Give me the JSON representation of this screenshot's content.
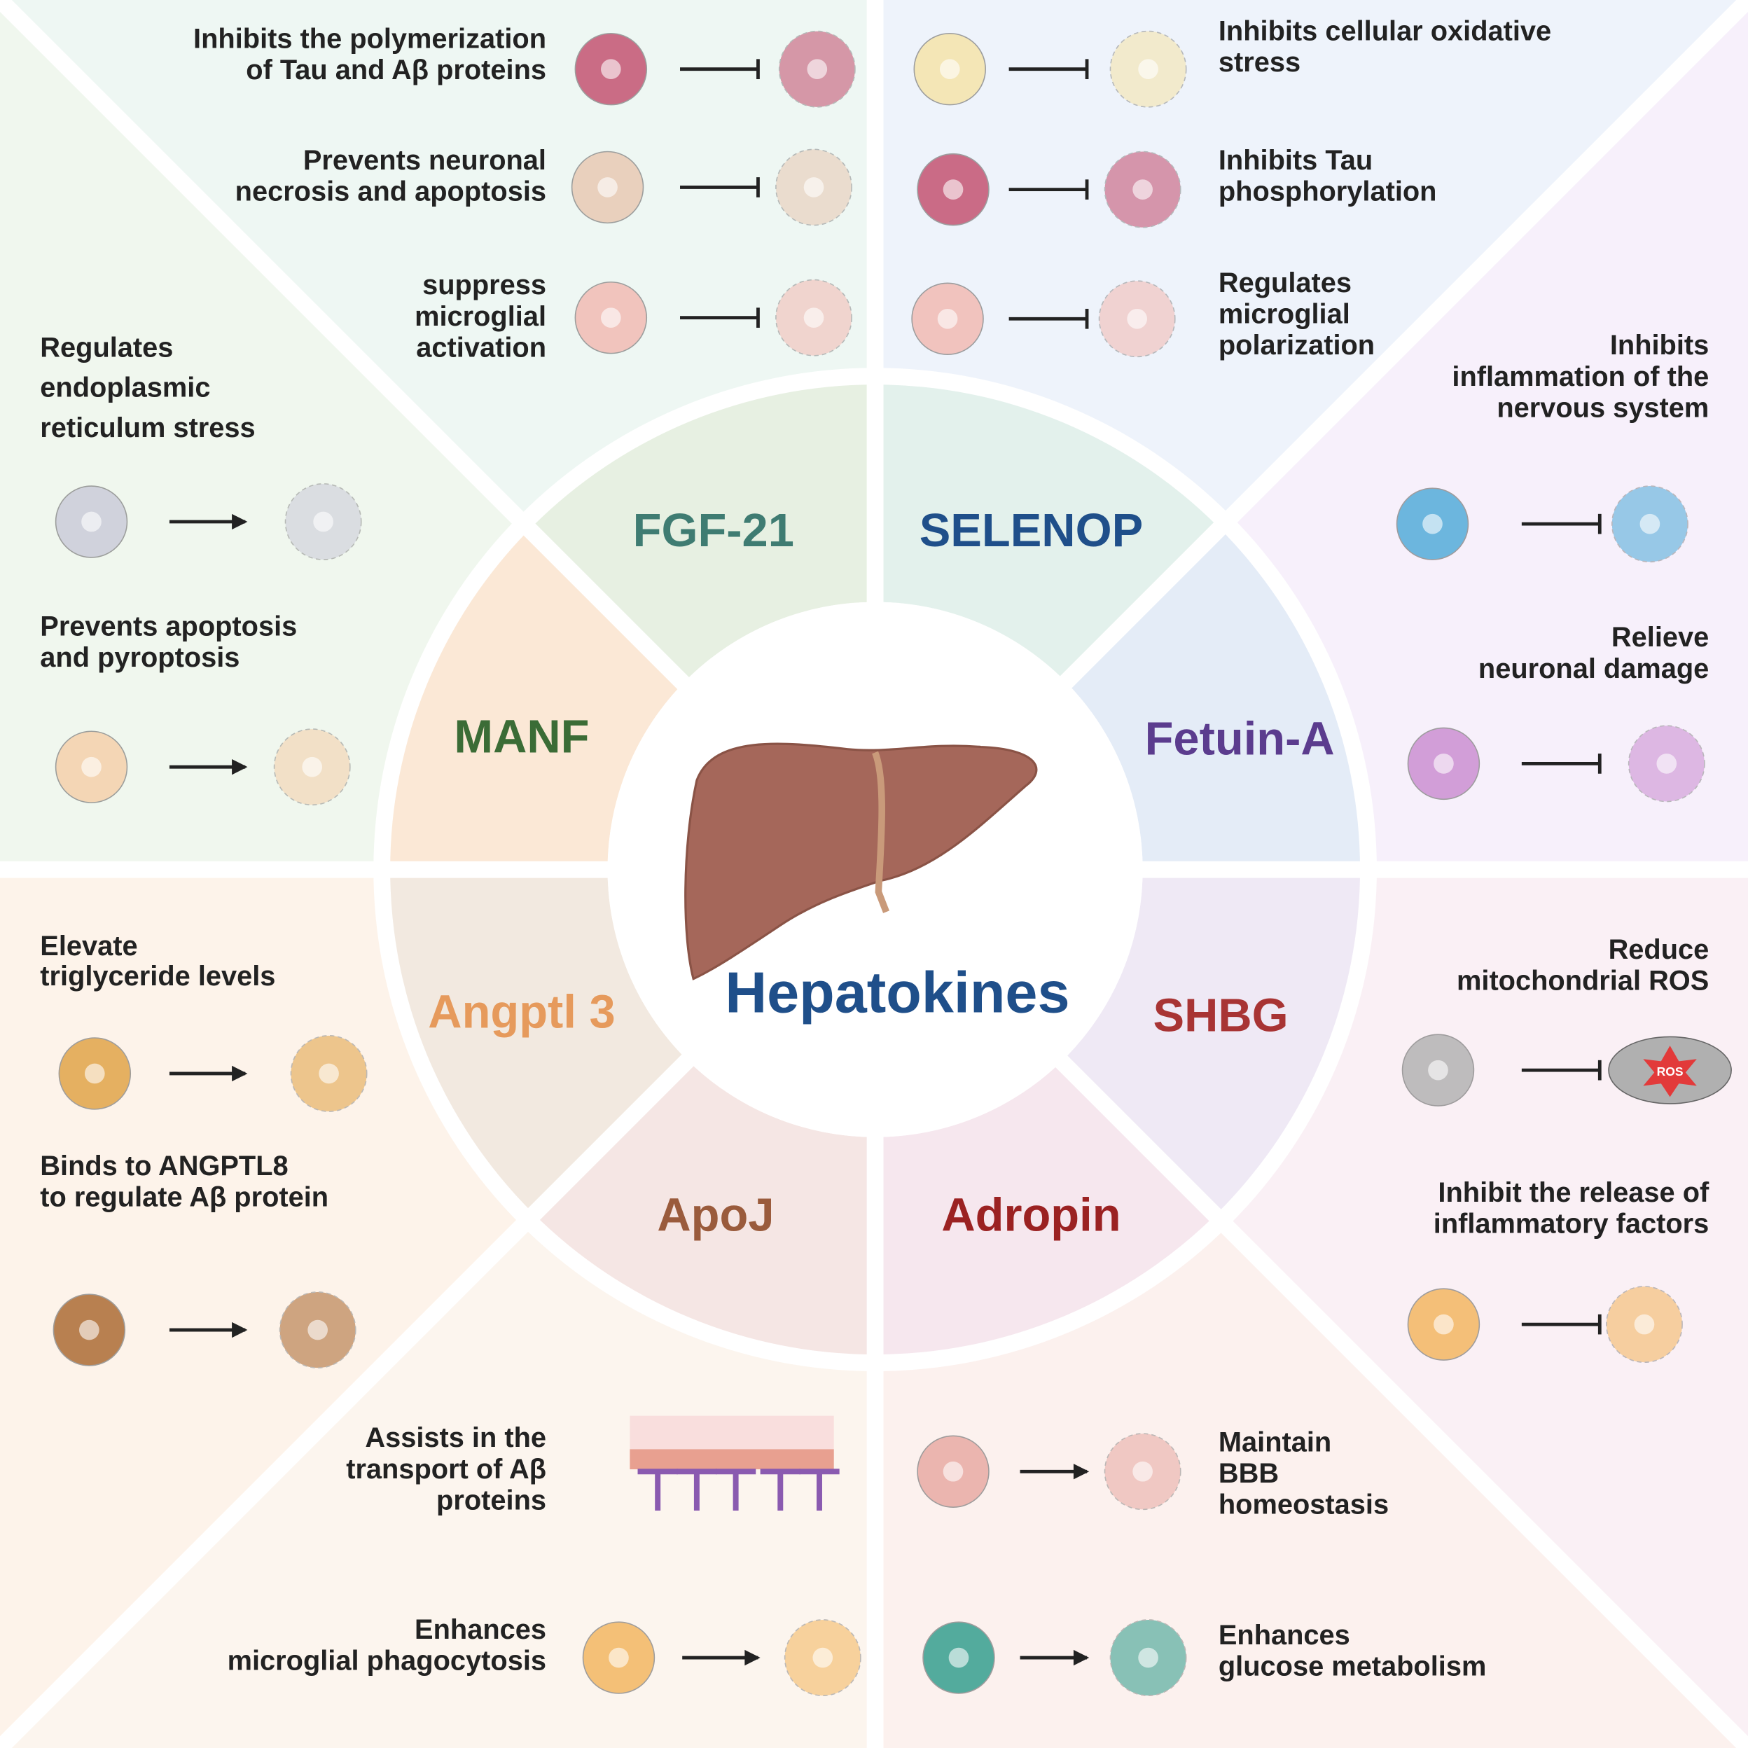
{
  "center": {
    "title": "Hepatokines",
    "title_color": "#1f4f8a"
  },
  "segments": [
    {
      "id": "fgf21",
      "label": "FGF-21",
      "color": "#3f7c72"
    },
    {
      "id": "selenop",
      "label": "SELENOP",
      "color": "#1f4f8a"
    },
    {
      "id": "fetuin-a",
      "label": "Fetuin-A",
      "color": "#5b3c8e"
    },
    {
      "id": "shbg",
      "label": "SHBG",
      "color": "#a83434"
    },
    {
      "id": "adropin",
      "label": "Adropin",
      "color": "#9b2222"
    },
    {
      "id": "apoj",
      "label": "ApoJ",
      "color": "#9a5b3c"
    },
    {
      "id": "angptl3",
      "label": "Angptl 3",
      "color": "#e69a5c"
    },
    {
      "id": "manf",
      "label": "MANF",
      "color": "#3b6c36"
    }
  ],
  "annotations": [
    {
      "segment": "fgf21",
      "lines": [
        "Inhibits the polymerization",
        "of Tau and Aβ proteins"
      ],
      "effect": "inhibit"
    },
    {
      "segment": "fgf21",
      "lines": [
        "Prevents neuronal",
        "necrosis and apoptosis"
      ],
      "effect": "inhibit"
    },
    {
      "segment": "fgf21",
      "lines": [
        "suppress",
        "microglial",
        "activation"
      ],
      "effect": "inhibit"
    },
    {
      "segment": "manf",
      "lines": [
        "Regulates",
        "endoplasmic",
        "reticulum stress"
      ],
      "effect": "promote"
    },
    {
      "segment": "manf",
      "lines": [
        "Prevents apoptosis",
        "and pyroptosis"
      ],
      "effect": "promote"
    },
    {
      "segment": "selenop",
      "lines": [
        "Inhibits cellular oxidative",
        "stress"
      ],
      "effect": "inhibit"
    },
    {
      "segment": "selenop",
      "lines": [
        "Inhibits Tau",
        "phosphorylation"
      ],
      "effect": "inhibit"
    },
    {
      "segment": "selenop",
      "lines": [
        "Regulates",
        "microglial",
        "polarization"
      ],
      "effect": "inhibit"
    },
    {
      "segment": "fetuin-a",
      "lines": [
        "Inhibits",
        "inflammation of the",
        "nervous system"
      ],
      "effect": "inhibit"
    },
    {
      "segment": "fetuin-a",
      "lines": [
        "Relieve",
        "neuronal damage"
      ],
      "effect": "inhibit"
    },
    {
      "segment": "shbg",
      "lines": [
        "Reduce",
        "mitochondrial ROS"
      ],
      "effect": "inhibit"
    },
    {
      "segment": "shbg",
      "lines": [
        "Inhibit the release of",
        "inflammatory factors"
      ],
      "effect": "inhibit"
    },
    {
      "segment": "adropin",
      "lines": [
        "Maintain",
        "BBB",
        "homeostasis"
      ],
      "effect": "promote"
    },
    {
      "segment": "adropin",
      "lines": [
        "Enhances",
        "glucose metabolism"
      ],
      "effect": "promote"
    },
    {
      "segment": "apoj",
      "lines": [
        "Assists in the",
        "transport of Aβ",
        "proteins"
      ],
      "effect": "promote"
    },
    {
      "segment": "apoj",
      "lines": [
        "Enhances",
        "microglial phagocytosis"
      ],
      "effect": "promote"
    },
    {
      "segment": "angptl3",
      "lines": [
        "Elevate",
        "triglyceride levels"
      ],
      "effect": "promote"
    },
    {
      "segment": "angptl3",
      "lines": [
        "Binds to ANGPTL8",
        "to regulate Aβ protein"
      ],
      "effect": "promote"
    }
  ],
  "icon_labels": {
    "ros": "ROS"
  }
}
